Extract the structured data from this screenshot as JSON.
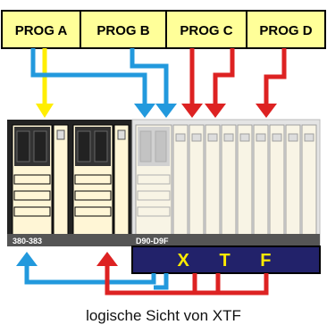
{
  "programs": [
    {
      "label": "PROG A"
    },
    {
      "label": "PROG B"
    },
    {
      "label": "PROG C"
    },
    {
      "label": "PROG D"
    }
  ],
  "rack": {
    "left_label": "380-383",
    "right_label": "D90-D9F"
  },
  "xtf_label": "X T F",
  "caption": "logische Sicht von XTF",
  "colors": {
    "program_fill": "#ffff99",
    "arrow_yellow": "#ffee00",
    "arrow_blue": "#2299dd",
    "arrow_red": "#dd2222",
    "xtf_fill": "#22226a",
    "xtf_text": "#ffeb00",
    "rack_dark": "#222222",
    "module_face": "#fff6d6"
  }
}
